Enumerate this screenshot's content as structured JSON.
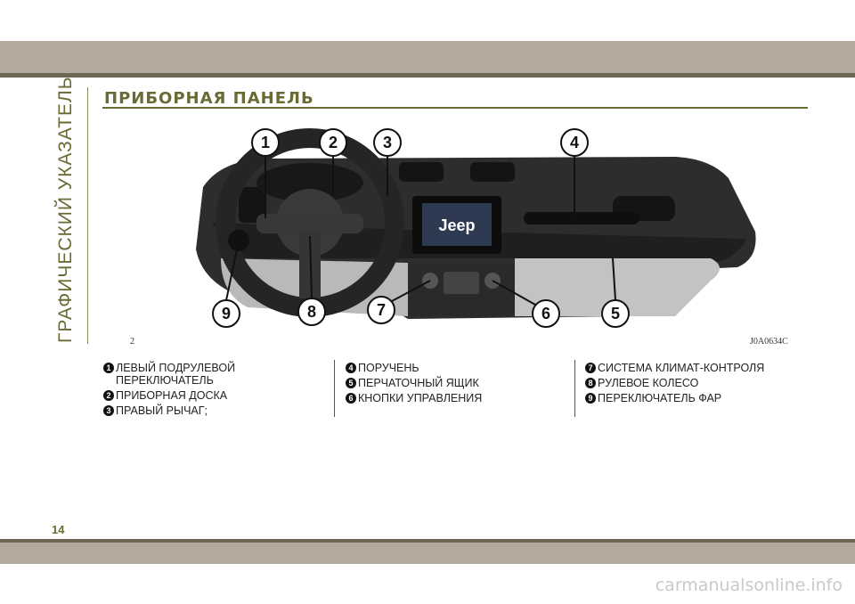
{
  "side_title": "ГРАФИЧЕСКИЙ УКАЗАТЕЛЬ",
  "page_title": "ПРИБОРНАЯ ПАНЕЛЬ",
  "figure": {
    "footer_left": "2",
    "footer_right": "J0A0634C",
    "screen_brand": "Jeep",
    "callouts": [
      "1",
      "2",
      "3",
      "4",
      "5",
      "6",
      "7",
      "8",
      "9"
    ]
  },
  "legend": {
    "column1": [
      {
        "num": "1",
        "text": "ЛЕВЫЙ ПОДРУЛЕВОЙ ПЕРЕКЛЮЧАТЕЛЬ"
      },
      {
        "num": "2",
        "text": "ПРИБОРНАЯ ДОСКА"
      },
      {
        "num": "3",
        "text": "ПРАВЫЙ РЫЧАГ;"
      }
    ],
    "column2": [
      {
        "num": "4",
        "text": "ПОРУЧЕНЬ"
      },
      {
        "num": "5",
        "text": "ПЕРЧАТОЧНЫЙ ЯЩИК"
      },
      {
        "num": "6",
        "text": "КНОПКИ УПРАВЛЕНИЯ"
      }
    ],
    "column3": [
      {
        "num": "7",
        "text": "СИСТЕМА КЛИМАТ-КОНТРОЛЯ"
      },
      {
        "num": "8",
        "text": "РУЛЕВОЕ КОЛЕСО"
      },
      {
        "num": "9",
        "text": "ПЕРЕКЛЮЧАТЕЛЬ ФАР"
      }
    ]
  },
  "page_number": "14",
  "watermark": "carmanualsonline.info"
}
